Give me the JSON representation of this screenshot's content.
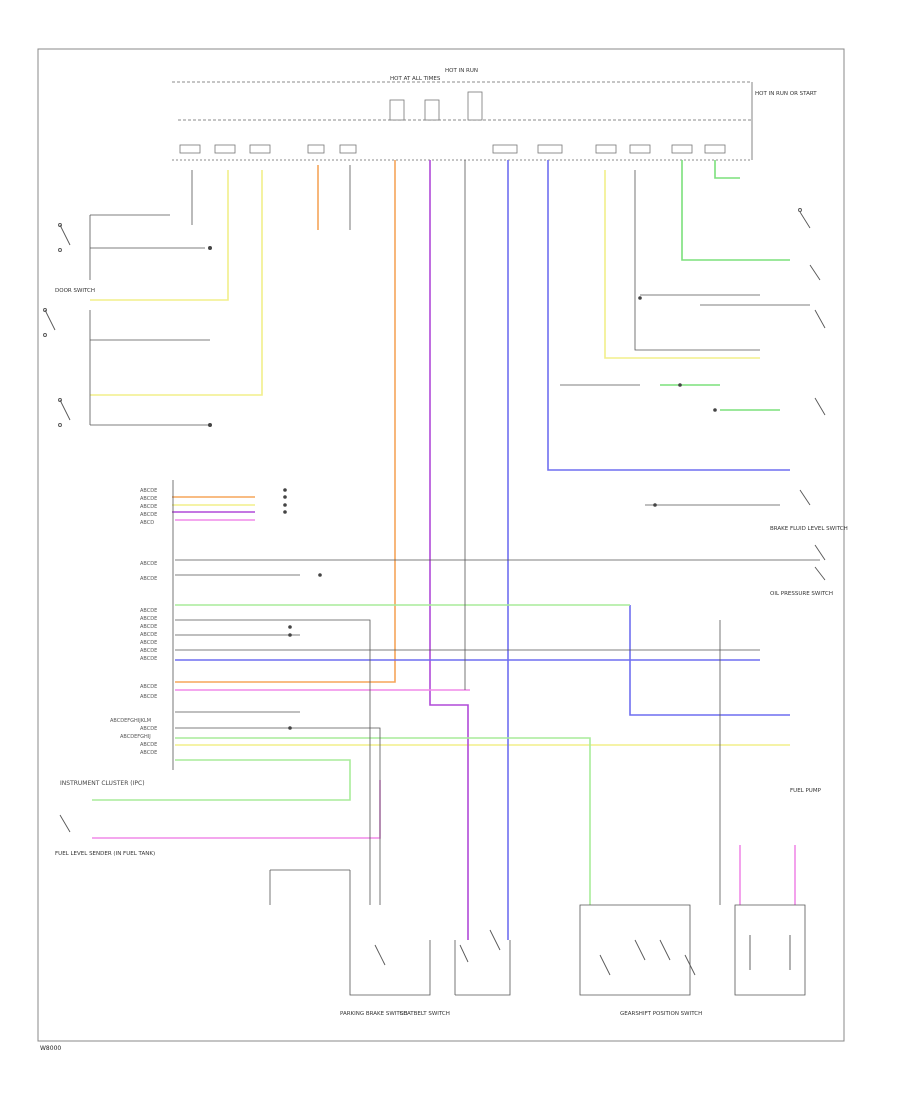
{
  "diagram": {
    "figure_id": "W8000",
    "labels": {
      "hot_at_all_times": "HOT AT ALL TIMES",
      "hot_in_run": "HOT IN RUN",
      "hot_in_run_start": "HOT IN RUN OR START",
      "instrument_cluster": "INSTRUMENT CLUSTER (IPC)",
      "fuel_level_sender": "FUEL LEVEL SENDER (IN FUEL TANK)",
      "fuel_pump": "FUEL PUMP",
      "parking_brake_switch": "PARKING BRAKE SWITCH",
      "seatbelt_switch": "SEATBELT SWITCH",
      "gear_shift_switch": "GEARSHIFT POSITION SWITCH",
      "oil_pressure_switch": "OIL PRESSURE SWITCH",
      "brake_fluid_switch": "BRAKE FLUID LEVEL SWITCH",
      "door_switch": "DOOR SWITCH"
    },
    "wire_colors": {
      "yellow": "#f2ef8a",
      "orange": "#f5a55a",
      "violet": "#b04ad8",
      "blue": "#6f6ff0",
      "green": "#7be07b",
      "pink": "#f08ae8",
      "light_green": "#a8ec9a",
      "black": "#333333"
    }
  }
}
